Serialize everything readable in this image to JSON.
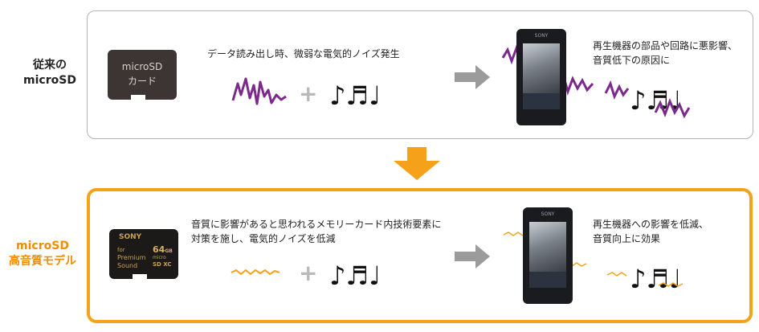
{
  "rows": [
    {
      "label_line1": "従来の",
      "label_line2": "microSD",
      "card_line1": "microSD",
      "card_line2": "カード",
      "desc_line1": "データ読み出し時、微弱な電気的ノイズ発生",
      "desc_line2": "",
      "result_line1": "再生機器の部品や回路に悪影響、",
      "result_line2": "音質低下の原因に",
      "device_brand": "SONY"
    },
    {
      "label_line1": "microSD",
      "label_line2": "高音質モデル",
      "card_brand": "SONY",
      "card_capacity": "64",
      "card_unit": "GB",
      "card_for": "for",
      "card_premium": "Premium",
      "card_sound": "Sound",
      "card_micro": "micro",
      "card_sdxc": "SD XC",
      "desc_line1": "音質に影響があると思われるメモリーカード内技術要素に",
      "desc_line2": "対策を施し、電気的ノイズを低減",
      "result_line1": "再生機器への影響を低減、",
      "result_line2": "音質向上に効果",
      "device_brand": "SONY"
    }
  ],
  "plus": "+",
  "notes": "♪♬♩",
  "colors": {
    "noise": "#7b2a8c",
    "soft_noise": "#f5a21a",
    "accent": "#f5a21a",
    "arrow_gray": "#9b9b9b",
    "label_orange": "#f08c00"
  }
}
